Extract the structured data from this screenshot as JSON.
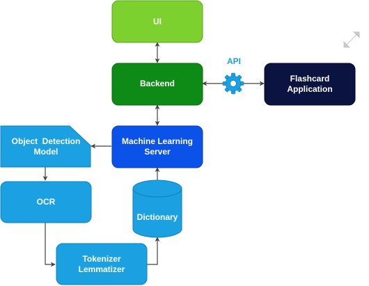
{
  "nodes": {
    "ui": {
      "label": "UI",
      "fill": "#7CD12E",
      "stroke": "#5BA31D",
      "text_color": "#ffffff"
    },
    "backend": {
      "label": "Backend",
      "fill": "#0E8A16",
      "stroke": "#0A6B11",
      "text_color": "#ffffff"
    },
    "flashcard": {
      "line1": "Flashcard",
      "line2": "Application",
      "fill": "#0B1340",
      "stroke": "#060A26",
      "text_color": "#ffffff"
    },
    "ml_server": {
      "line1": "Machine Learning",
      "line2": "Server",
      "fill": "#0B52E8",
      "stroke": "#073BB0",
      "text_color": "#ffffff"
    },
    "object_detection": {
      "line1": "Object  Detection",
      "line2": "Model",
      "fill": "#1BA1E2",
      "stroke": "#0E7FB8",
      "text_color": "#ffffff"
    },
    "ocr": {
      "label": "OCR",
      "fill": "#1BA1E2",
      "stroke": "#0E7FB8",
      "text_color": "#ffffff"
    },
    "tokenizer": {
      "line1": "Tokenizer",
      "line2": "Lemmatizer",
      "fill": "#1BA1E2",
      "stroke": "#0E7FB8",
      "text_color": "#ffffff"
    },
    "dictionary": {
      "label": "Dictionary",
      "fill": "#1BA1E2",
      "stroke": "#0E7FB8",
      "text_color": "#ffffff"
    }
  },
  "api": {
    "label": "API",
    "color": "#1BA1E2",
    "icon": "gear-icon"
  },
  "edge_color": "#404040",
  "expand_icon": "expand-diagonal-icon"
}
